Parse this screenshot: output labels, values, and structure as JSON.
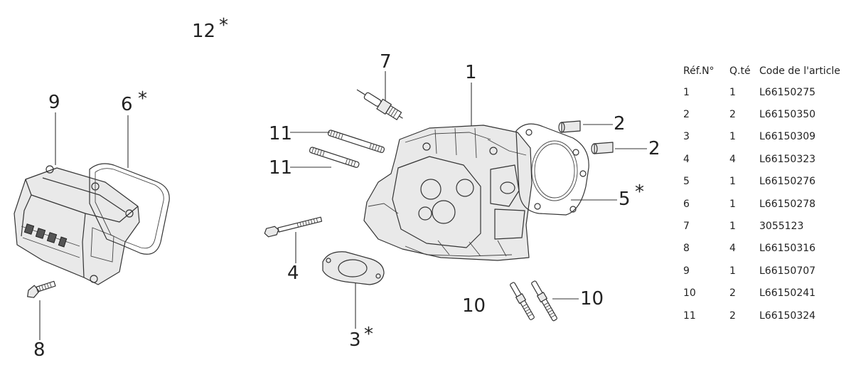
{
  "callouts": {
    "c1": "1",
    "c2a": "2",
    "c2b": "2",
    "c3": "3",
    "c3star": "*",
    "c4": "4",
    "c5": "5",
    "c5star": "*",
    "c6": "6",
    "c6star": "*",
    "c7": "7",
    "c8": "8",
    "c9": "9",
    "c10a": "10",
    "c10b": "10",
    "c11a": "11",
    "c11b": "11",
    "c12": "12",
    "c12star": "*"
  },
  "parts_table": {
    "headers": {
      "ref": "Réf.N°",
      "qty": "Q.té",
      "code": "Code de l'article"
    },
    "rows": [
      {
        "ref": "1",
        "qty": "1",
        "code": "L66150275"
      },
      {
        "ref": "2",
        "qty": "2",
        "code": "L66150350"
      },
      {
        "ref": "3",
        "qty": "1",
        "code": "L66150309"
      },
      {
        "ref": "4",
        "qty": "4",
        "code": "L66150323"
      },
      {
        "ref": "5",
        "qty": "1",
        "code": "L66150276"
      },
      {
        "ref": "6",
        "qty": "1",
        "code": "L66150278"
      },
      {
        "ref": "7",
        "qty": "1",
        "code": "3055123"
      },
      {
        "ref": "8",
        "qty": "4",
        "code": "L66150316"
      },
      {
        "ref": "9",
        "qty": "1",
        "code": "L66150707"
      },
      {
        "ref": "10",
        "qty": "2",
        "code": "L66150241"
      },
      {
        "ref": "11",
        "qty": "2",
        "code": "L66150324"
      }
    ]
  },
  "icons": {
    "valve_cover": "valve-cover-icon",
    "gasket": "gasket-icon",
    "cylinder_head": "cylinder-head-icon",
    "spark_plug": "spark-plug-icon",
    "bolt": "bolt-icon",
    "stud": "stud-icon",
    "dowel_pin": "dowel-pin-icon"
  }
}
